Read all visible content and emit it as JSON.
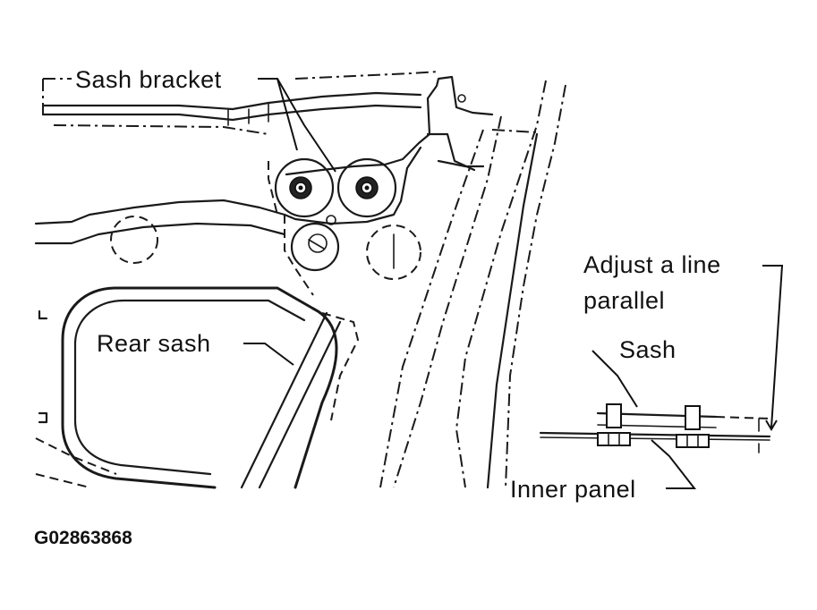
{
  "labels": {
    "sash_bracket": "Sash bracket",
    "rear_sash": "Rear sash",
    "adjust_line_1": "Adjust a line",
    "adjust_line_2": "parallel",
    "sash": "Sash",
    "inner_panel": "Inner panel"
  },
  "figure_code": "G02863868"
}
